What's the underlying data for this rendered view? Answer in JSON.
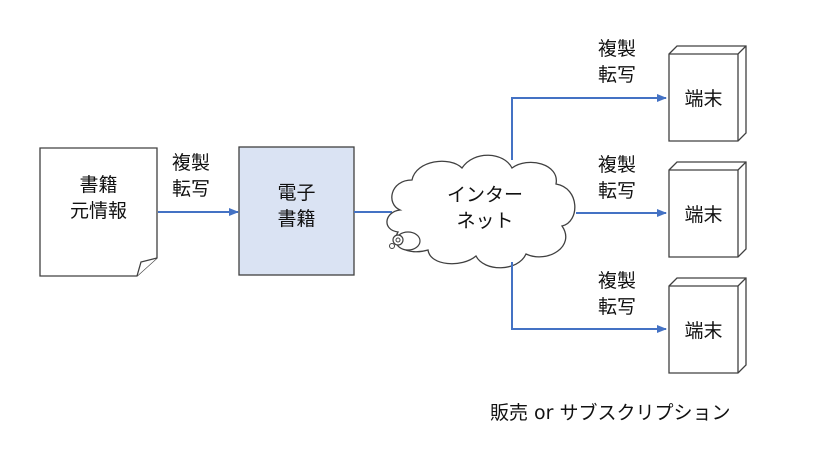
{
  "source_doc": {
    "line1": "書籍",
    "line2": "元情報"
  },
  "edge_label_left": {
    "line1": "複製",
    "line2": "転写"
  },
  "ebook": {
    "line1": "電子",
    "line2": "書籍"
  },
  "internet": {
    "line1": "インター",
    "line2": "ネット"
  },
  "terminals": [
    {
      "label": "端末",
      "edge_line1": "複製",
      "edge_line2": "転写"
    },
    {
      "label": "端末",
      "edge_line1": "複製",
      "edge_line2": "転写"
    },
    {
      "label": "端末",
      "edge_line1": "複製",
      "edge_line2": "転写"
    }
  ],
  "footer": "販売 or サブスクリプション",
  "colors": {
    "arrow": "#4472c4",
    "ebook_fill": "#dae3f3",
    "outline": "#404040"
  }
}
